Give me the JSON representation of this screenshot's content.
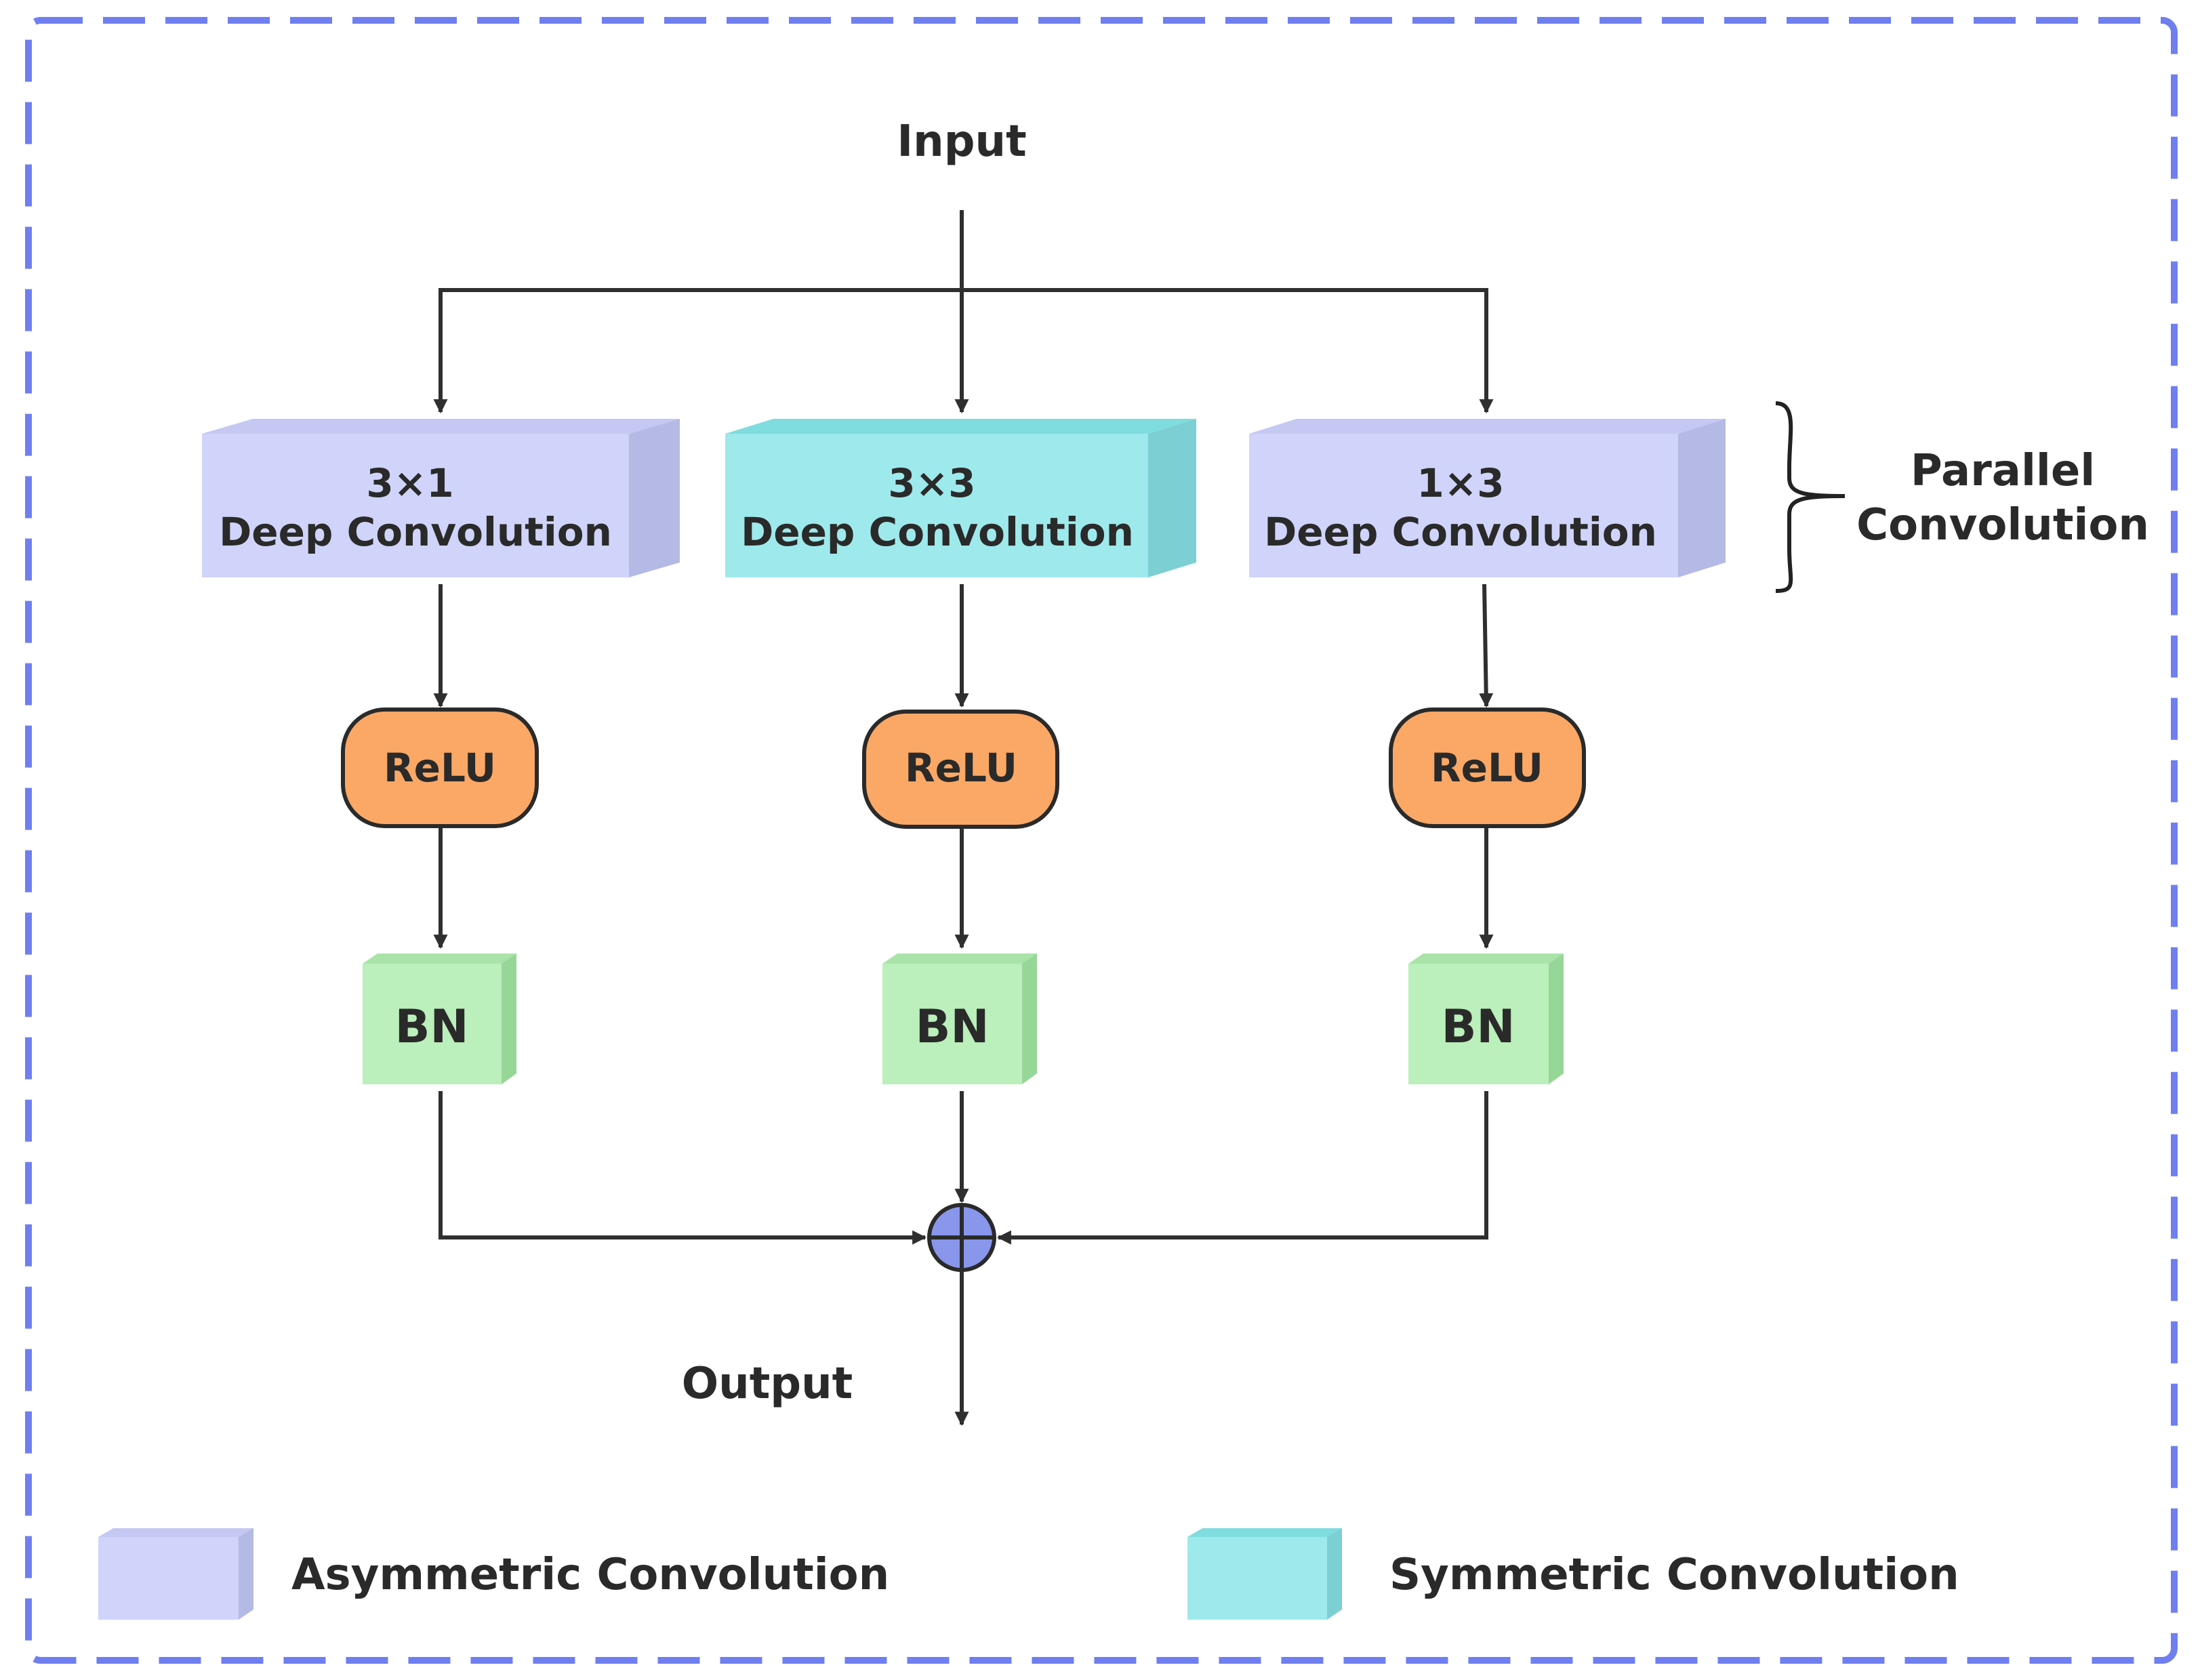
{
  "input_label": "Input",
  "output_label": "Output",
  "parallel_label": {
    "line1": "Parallel",
    "line2": "Convolution"
  },
  "branches": [
    {
      "kernel": "3×1",
      "conv_label": "Deep Convolution",
      "activation": "ReLU",
      "norm": "BN",
      "conv_kind": "asymmetric"
    },
    {
      "kernel": "3×3",
      "conv_label": "Deep Convolution",
      "activation": "ReLU",
      "norm": "BN",
      "conv_kind": "symmetric"
    },
    {
      "kernel": "1×3",
      "conv_label": "Deep Convolution",
      "activation": "ReLU",
      "norm": "BN",
      "conv_kind": "asymmetric"
    }
  ],
  "legend": [
    {
      "label": "Asymmetric Convolution",
      "kind": "asymmetric"
    },
    {
      "label": "Symmetric Convolution",
      "kind": "symmetric"
    }
  ],
  "colors": {
    "asymmetric_front": "#d0d4fa",
    "asymmetric_top": "#c4c8f2",
    "asymmetric_side": "#b4b9e6",
    "symmetric_front": "#9ee9ec",
    "symmetric_top": "#7fdcdf",
    "symmetric_side": "#7ccfd3",
    "relu_fill": "#fba866",
    "bn_front": "#bbefbb",
    "bn_top": "#a9e3a9",
    "bn_side": "#96d696",
    "add_node": "#8896ec",
    "border_dash": "#6f7ff0",
    "arrow": "#2f2f2f"
  },
  "icons": {
    "add_node": "circled-plus-icon",
    "parallel_brace": "right-curly-brace-icon"
  }
}
